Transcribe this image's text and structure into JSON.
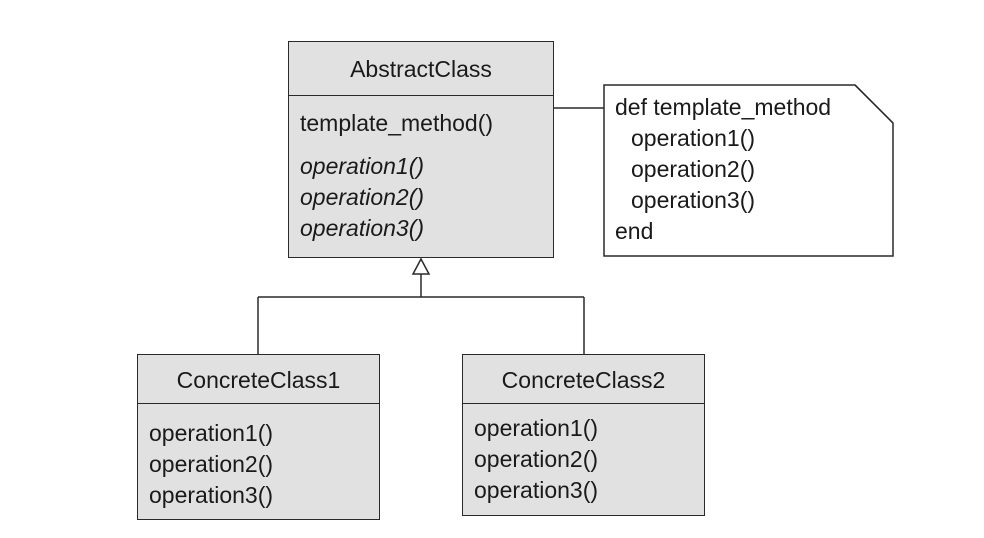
{
  "abstract_class": {
    "name": "AbstractClass",
    "template_method": "template_method()",
    "abstract_operations": [
      "operation1()",
      "operation2()",
      "operation3()"
    ]
  },
  "note": {
    "lines": [
      "def template_method",
      "operation1()",
      "operation2()",
      "operation3()",
      "end"
    ]
  },
  "concrete_class_1": {
    "name": "ConcreteClass1",
    "operations": [
      "operation1()",
      "operation2()",
      "operation3()"
    ]
  },
  "concrete_class_2": {
    "name": "ConcreteClass2",
    "operations": [
      "operation1()",
      "operation2()",
      "operation3()"
    ]
  },
  "colors": {
    "class_fill": "#e1e1e1",
    "stroke": "#2a2a2a",
    "note_fill": "#ffffff"
  }
}
